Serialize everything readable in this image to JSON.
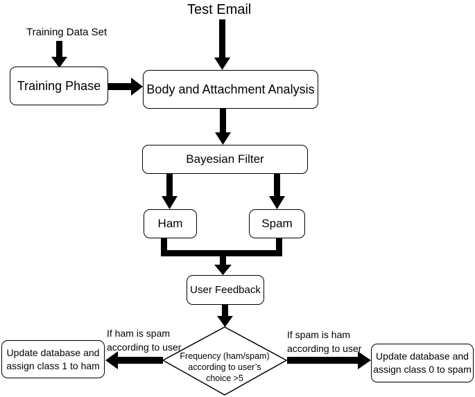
{
  "inputs": {
    "test_email": "Test Email",
    "training_data_set": "Training Data Set"
  },
  "nodes": {
    "training_phase": "Training Phase",
    "body_attachment": "Body and Attachment Analysis",
    "bayesian_filter": "Bayesian Filter",
    "ham": "Ham",
    "spam": "Spam",
    "user_feedback": "User Feedback",
    "decision": {
      "line1": "Frequency (ham/spam)",
      "line2": "according to user’s",
      "line3": "choice >5"
    },
    "update_left": {
      "line1": "Update database and",
      "line2": "assign class 1 to ham"
    },
    "update_right": {
      "line1": "Update database and",
      "line2": "assign class 0 to spam"
    }
  },
  "edge_labels": {
    "left": {
      "line1": "If ham is spam",
      "line2": "according to user"
    },
    "right": {
      "line1": "If spam is ham",
      "line2": "according to user"
    }
  },
  "colors": {
    "stroke": "#000000",
    "fill": "#ffffff"
  }
}
